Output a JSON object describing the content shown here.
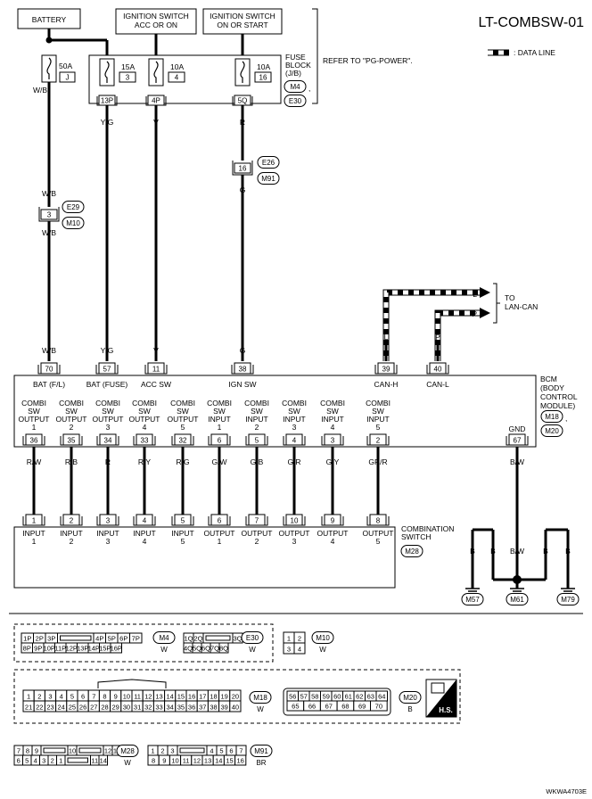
{
  "diagram_id": "LT-COMBSW-01",
  "legend": {
    "data_line": ": DATA LINE"
  },
  "refer_note": "REFER TO \"PG-POWER\".",
  "footer_code": "WKWA4703E",
  "sources": {
    "battery": "BATTERY",
    "ign_acc": [
      "IGNITION SWITCH",
      "ACC OR ON"
    ],
    "ign_on": [
      "IGNITION SWITCH",
      "ON OR START"
    ]
  },
  "fuse_block": {
    "label": [
      "FUSE",
      "BLOCK",
      "(J/B)"
    ],
    "connectors": [
      "M4",
      "E30"
    ]
  },
  "fuses": [
    {
      "amp": "50A",
      "num": "J",
      "term": "",
      "wire": "W/B"
    },
    {
      "amp": "15A",
      "num": "3",
      "term": "13P",
      "wire": "Y/G"
    },
    {
      "amp": "10A",
      "num": "4",
      "term": "4P",
      "wire": "V"
    },
    {
      "amp": "10A",
      "num": "16",
      "term": "5Q",
      "wire": "R"
    }
  ],
  "junctions": [
    {
      "pin": "3",
      "connectors": [
        "E29",
        "M10"
      ],
      "wire_in": "W/B",
      "wire_out": "W/B"
    },
    {
      "pin": "16",
      "connectors": [
        "E26",
        "M91"
      ],
      "wire_in": "R",
      "wire_out": "G"
    }
  ],
  "to_lan": {
    "label": [
      "TO",
      "LAN-CAN"
    ],
    "lines": [
      "L",
      "P"
    ]
  },
  "bcm": {
    "label": [
      "BCM",
      "(BODY",
      "CONTROL",
      "MODULE)"
    ],
    "connectors": [
      "M18",
      "M20"
    ],
    "top_pins": [
      {
        "pin": "70",
        "wire": "W/B",
        "label": "BAT (F/L)"
      },
      {
        "pin": "57",
        "wire": "Y/G",
        "label": "BAT (FUSE)"
      },
      {
        "pin": "11",
        "wire": "V",
        "label": "ACC SW"
      },
      {
        "pin": "38",
        "wire": "G",
        "label": "IGN SW"
      },
      {
        "pin": "39",
        "wire": "L",
        "label": "CAN-H"
      },
      {
        "pin": "40",
        "wire": "P",
        "label": "CAN-L"
      }
    ],
    "bottom_pins": [
      {
        "label": [
          "COMBI",
          "SW",
          "OUTPUT",
          "1"
        ],
        "pin": "36",
        "wire": "R/W",
        "comb_pin": "1",
        "comb_label": [
          "INPUT",
          "1"
        ]
      },
      {
        "label": [
          "COMBI",
          "SW",
          "OUTPUT",
          "2"
        ],
        "pin": "35",
        "wire": "R/B",
        "comb_pin": "2",
        "comb_label": [
          "INPUT",
          "2"
        ]
      },
      {
        "label": [
          "COMBI",
          "SW",
          "OUTPUT",
          "3"
        ],
        "pin": "34",
        "wire": "R",
        "comb_pin": "3",
        "comb_label": [
          "INPUT",
          "3"
        ]
      },
      {
        "label": [
          "COMBI",
          "SW",
          "OUTPUT",
          "4"
        ],
        "pin": "33",
        "wire": "R/Y",
        "comb_pin": "4",
        "comb_label": [
          "INPUT",
          "4"
        ]
      },
      {
        "label": [
          "COMBI",
          "SW",
          "OUTPUT",
          "5"
        ],
        "pin": "32",
        "wire": "R/G",
        "comb_pin": "5",
        "comb_label": [
          "INPUT",
          "5"
        ]
      },
      {
        "label": [
          "COMBI",
          "SW",
          "INPUT",
          "1"
        ],
        "pin": "6",
        "wire": "G/W",
        "comb_pin": "6",
        "comb_label": [
          "OUTPUT",
          "1"
        ]
      },
      {
        "label": [
          "COMBI",
          "SW",
          "INPUT",
          "2"
        ],
        "pin": "5",
        "wire": "G/B",
        "comb_pin": "7",
        "comb_label": [
          "OUTPUT",
          "2"
        ]
      },
      {
        "label": [
          "COMBI",
          "SW",
          "INPUT",
          "3"
        ],
        "pin": "4",
        "wire": "G/R",
        "comb_pin": "10",
        "comb_label": [
          "OUTPUT",
          "3"
        ]
      },
      {
        "label": [
          "COMBI",
          "SW",
          "INPUT",
          "4"
        ],
        "pin": "3",
        "wire": "G/Y",
        "comb_pin": "9",
        "comb_label": [
          "OUTPUT",
          "4"
        ]
      },
      {
        "label": [
          "COMBI",
          "SW",
          "INPUT",
          "5"
        ],
        "pin": "2",
        "wire": "GR/R",
        "comb_pin": "8",
        "comb_label": [
          "OUTPUT",
          "5"
        ]
      }
    ],
    "gnd": {
      "label": "GND",
      "pin": "67",
      "wire": "B/W"
    }
  },
  "combination_switch": {
    "label": [
      "COMBINATION",
      "SWITCH"
    ],
    "connector": "M28"
  },
  "grounds": {
    "wires": [
      "B",
      "B",
      "B/W",
      "B",
      "B"
    ],
    "labels": [
      "M57",
      "M61",
      "M79"
    ]
  },
  "connector_views": {
    "m4_e30": {
      "m4_row1": [
        "1P",
        "2P",
        "3P",
        "",
        "4P",
        "5P",
        "6P",
        "7P"
      ],
      "m4_row2": [
        "8P",
        "9P",
        "10P",
        "11P",
        "12P",
        "13P",
        "14P",
        "15P",
        "16P"
      ],
      "m4_label": "M4",
      "m4_color": "W",
      "e30_row1": [
        "1Q",
        "2Q",
        "",
        "3Q"
      ],
      "e30_row2": [
        "4Q",
        "5Q",
        "6Q",
        "7Q",
        "8Q"
      ],
      "e30_label": "E30",
      "e30_color": "W"
    },
    "m10": {
      "row1": [
        "1",
        "2"
      ],
      "row2": [
        "3",
        "4"
      ],
      "label": "M10",
      "color": "W"
    },
    "m18": {
      "row1": [
        "1",
        "2",
        "3",
        "4",
        "5",
        "6",
        "7",
        "8",
        "9",
        "10",
        "11",
        "12",
        "13",
        "14",
        "15",
        "16",
        "17",
        "18",
        "19",
        "20"
      ],
      "row2": [
        "21",
        "22",
        "23",
        "24",
        "25",
        "26",
        "27",
        "28",
        "29",
        "30",
        "31",
        "32",
        "33",
        "34",
        "35",
        "36",
        "37",
        "38",
        "39",
        "40"
      ],
      "label": "M18",
      "color": "W"
    },
    "m20": {
      "row1": [
        "56",
        "57",
        "58",
        "59",
        "60",
        "61",
        "62",
        "63",
        "64"
      ],
      "row2": [
        "65",
        "66",
        "67",
        "68",
        "69",
        "70"
      ],
      "label": "M20",
      "color": "B"
    },
    "hs_label": "H.S.",
    "m28": {
      "row1": [
        "7",
        "8",
        "9",
        "",
        "10",
        "",
        "12",
        "13"
      ],
      "row2": [
        "6",
        "5",
        "4",
        "3",
        "2",
        "1",
        "",
        "11",
        "14"
      ],
      "label": "M28",
      "color": "W"
    },
    "m91": {
      "row1": [
        "1",
        "2",
        "3",
        "",
        "4",
        "5",
        "6",
        "7"
      ],
      "row2": [
        "8",
        "9",
        "10",
        "11",
        "12",
        "13",
        "14",
        "15",
        "16"
      ],
      "label": "M91",
      "color": "BR"
    }
  }
}
